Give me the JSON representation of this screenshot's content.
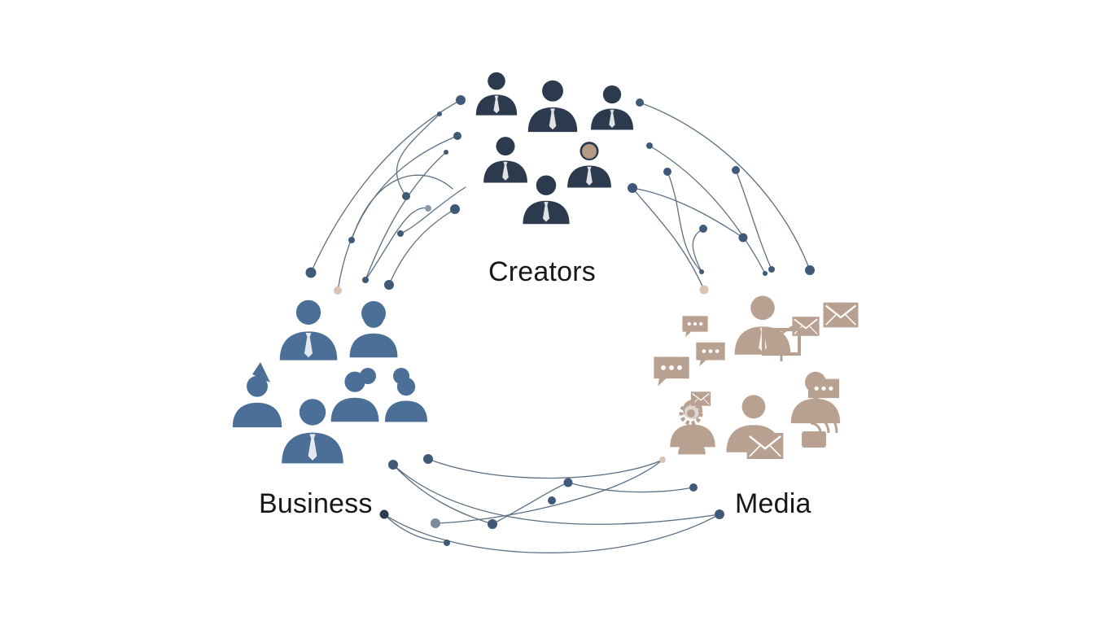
{
  "groups": {
    "creators": {
      "label": "Creators"
    },
    "business": {
      "label": "Business"
    },
    "media": {
      "label": "Media"
    }
  },
  "colors": {
    "creators": "#2b3a4d",
    "business": "#4b6f96",
    "media": "#b9a192",
    "connector": "#5c6f82",
    "node": "#3f5a78",
    "node_light": "#d9c3b5"
  },
  "icons": {
    "creators": "person-group-icon",
    "business": "person-group-icon",
    "media": "person-message-icon"
  }
}
